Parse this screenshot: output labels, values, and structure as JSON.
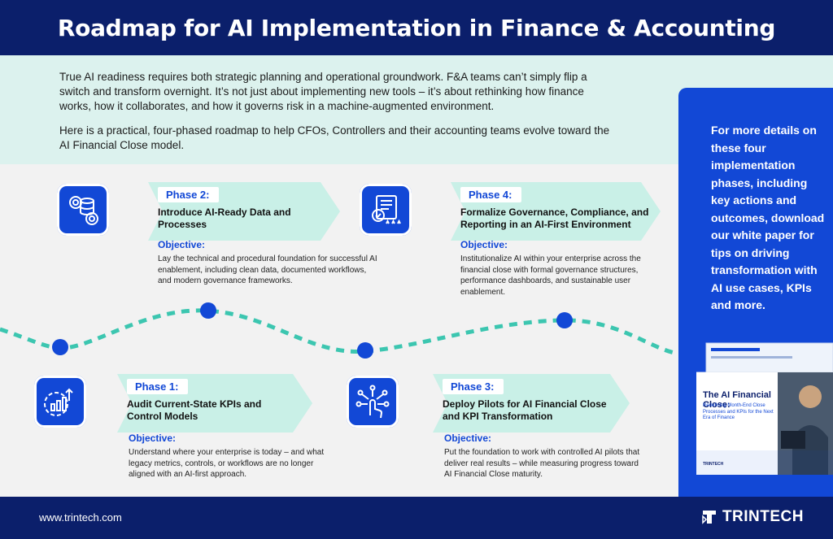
{
  "header": {
    "title": "Roadmap for AI Implementation in Finance & Accounting"
  },
  "intro": {
    "p1": "True AI readiness requires both strategic planning and operational groundwork. F&A teams can’t simply flip a switch and transform overnight. It’s not just about implementing new tools – it’s about rethinking how finance works, how it collaborates, and how it governs risk in a machine-augmented environment.",
    "p2": "Here is a practical, four-phased roadmap to help CFOs, Controllers and their accounting teams evolve toward the AI Financial Close model."
  },
  "phases": [
    {
      "tag": "Phase 1:",
      "title": "Audit Current-State KPIs and Control Models",
      "objective_label": "Objective:",
      "description": "Understand where your enterprise is today – and what legacy metrics, controls, or workflows are no longer aligned with an AI-first approach.",
      "icon": "chart-gear-icon"
    },
    {
      "tag": "Phase 2:",
      "title": "Introduce AI-Ready Data and Processes",
      "objective_label": "Objective:",
      "description": "Lay the technical and procedural foundation for successful AI enablement, including clean data, documented workflows, and modern governance frameworks.",
      "icon": "database-gear-icon"
    },
    {
      "tag": "Phase 3:",
      "title": "Deploy Pilots for AI Financial Close and KPI Transformation",
      "objective_label": "Objective:",
      "description": "Put the foundation to work with controlled AI pilots that deliver real results – while measuring progress toward AI Financial Close maturity.",
      "icon": "touch-network-icon"
    },
    {
      "tag": "Phase 4:",
      "title": "Formalize Governance, Compliance, and Reporting in an AI-First Environment",
      "objective_label": "Objective:",
      "description": "Institutionalize AI within your enterprise across the financial close with formal governance structures, performance dashboards, and sustainable user enablement.",
      "icon": "certificate-document-icon"
    }
  ],
  "side": {
    "text": "For more details on these four implementation phases, including key actions and outcomes, download our white paper for tips on driving transformation with AI use cases, KPIs and more."
  },
  "book": {
    "title": "The AI Financial Close:",
    "subtitle": "Redefining Month-End Close Processes and KPIs for the Next Era of Finance",
    "brand": "TRINTECH"
  },
  "footer": {
    "url": "www.trintech.com",
    "logo": "TRINTECH"
  },
  "colors": {
    "navy": "#0b1f6b",
    "blue": "#1248d6",
    "teal": "#3cc6b0",
    "mint": "#dcf2ee",
    "banner": "#c9f0e7"
  }
}
